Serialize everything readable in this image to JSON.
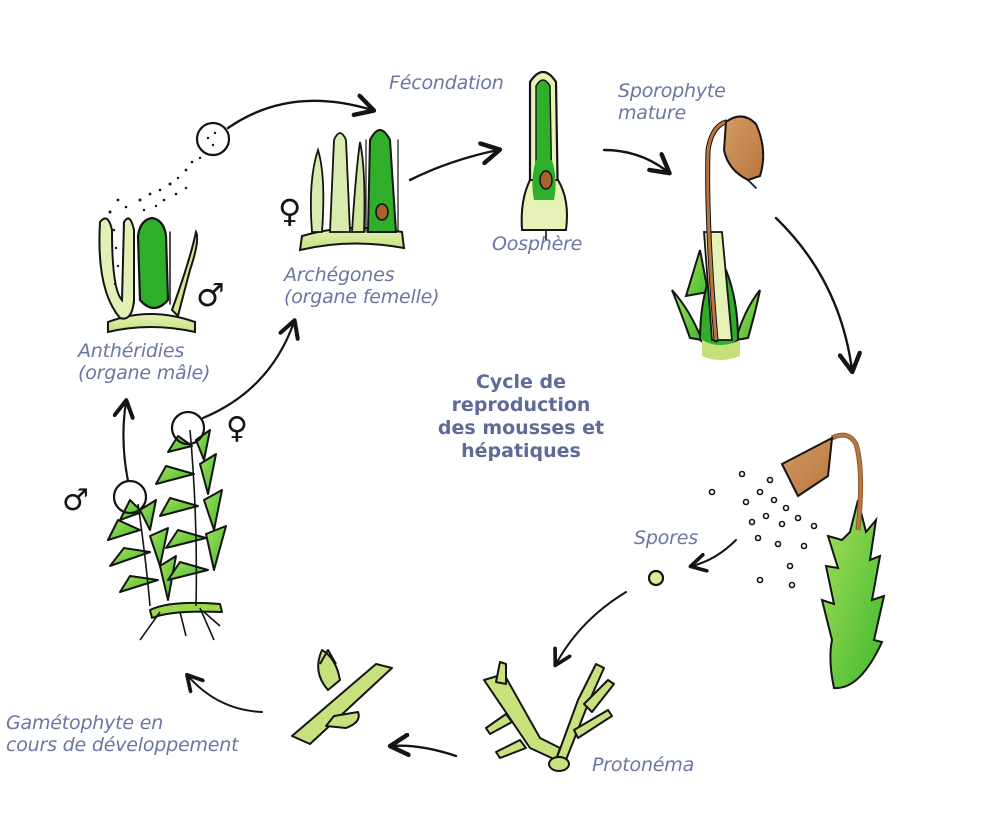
{
  "diagram": {
    "title": {
      "lines": [
        "Cycle de",
        "reproduction",
        "des mousses et",
        "hépatiques"
      ]
    },
    "labels": {
      "fecondation": "Fécondation",
      "sporophyte": [
        "Sporophyte",
        "mature"
      ],
      "archegones": [
        "Archégones",
        "(organe femelle)"
      ],
      "antheridies": [
        "Anthéridies",
        "(organe mâle)"
      ],
      "oosphere": "Oosphère",
      "spores": "Spores",
      "protonema": "Protonéma",
      "gametophyte": [
        "Gamétophyte en",
        "cours de développement"
      ]
    },
    "symbols": {
      "male": "♂",
      "female": "♀"
    },
    "stages": [
      "Anthéridies (organe mâle)",
      "Archégones (organe femelle)",
      "Fécondation",
      "Sporophyte mature",
      "Spores",
      "Protonéma",
      "Gamétophyte en cours de développement"
    ],
    "colors": {
      "label_text": "#6c75a3",
      "title_text": "#5f6a99",
      "ink": "#141414",
      "leaf_green": "#7ccf3c",
      "dark_green": "#2fae2a",
      "pale_green": "#d6ea9a",
      "capsule_brown": "#c98a54"
    }
  }
}
